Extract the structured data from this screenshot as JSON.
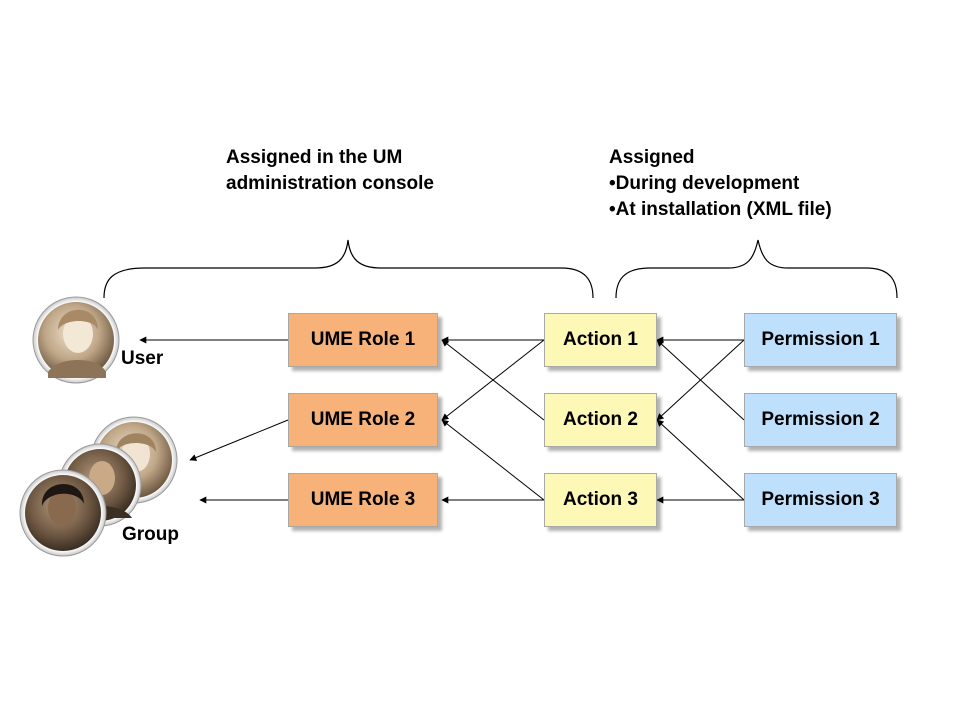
{
  "captions": {
    "left": {
      "line1": "Assigned in the UM",
      "line2": "administration console"
    },
    "right": {
      "line1": "Assigned",
      "line2": "•During development",
      "line3": "•At installation (XML file)"
    }
  },
  "entities": {
    "user_label": "User",
    "group_label": "Group"
  },
  "roles": [
    "UME Role 1",
    "UME Role 2",
    "UME Role 3"
  ],
  "actions": [
    "Action 1",
    "Action 2",
    "Action 3"
  ],
  "permissions": [
    "Permission 1",
    "Permission 2",
    "Permission 3"
  ],
  "colors": {
    "role_fill": "#f7b27a",
    "action_fill": "#fdf8b6",
    "permission_fill": "#bfe0fc",
    "line": "#000000"
  }
}
